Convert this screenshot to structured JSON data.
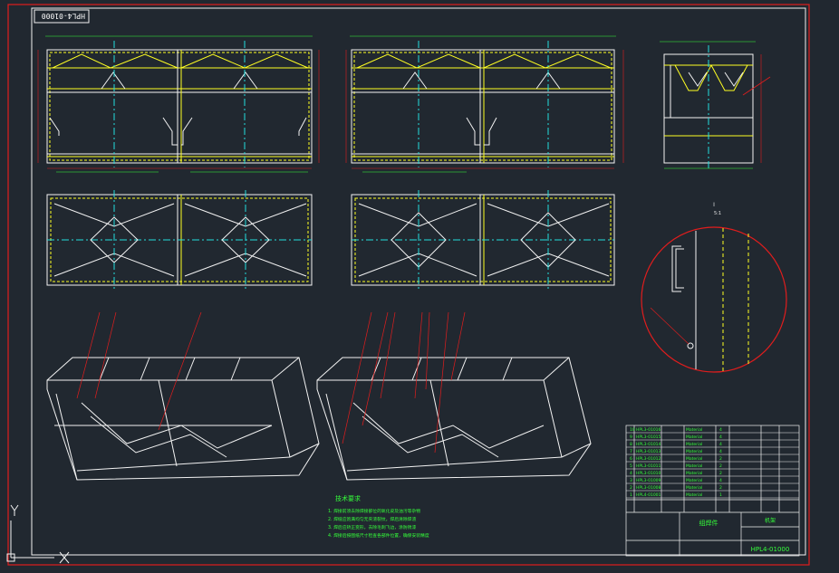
{
  "drawing": {
    "border_tag": "HPL4-01000",
    "drawing_number": "HPL4-01000",
    "title": "组焊件",
    "material": "机架"
  },
  "tech_requirements": {
    "heading": "技术要求",
    "lines": [
      "1. 焊接前须去除焊接部位的氧化皮及油污等杂物",
      "2. 焊缝应饱满均匀无夹渣裂纹，焊后清除焊渣",
      "3. 焊后应矫正变形，去除毛刺飞边，涂防锈漆",
      "4. 焊接后按图纸尺寸检查各部件位置，确保安装精度"
    ]
  },
  "detail_marker": {
    "label": "I",
    "scale": "5:1"
  },
  "bom_rows": [
    {
      "code": "HPL3-01016",
      "name": "Material",
      "qty": "4"
    },
    {
      "code": "HPL3-01015",
      "name": "Material",
      "qty": "4"
    },
    {
      "code": "HPL3-01014",
      "name": "Material",
      "qty": "4"
    },
    {
      "code": "HPL3-01013",
      "name": "Material",
      "qty": "4"
    },
    {
      "code": "HPL3-01012",
      "name": "Material",
      "qty": "2"
    },
    {
      "code": "HPL3-01011",
      "name": "Material",
      "qty": "2"
    },
    {
      "code": "HPL3-01010",
      "name": "Material",
      "qty": "2"
    },
    {
      "code": "HPL3-01009",
      "name": "Material",
      "qty": "4"
    },
    {
      "code": "HPL3-01008",
      "name": "Material",
      "qty": "2"
    },
    {
      "code": "HPL4-01001",
      "name": "Material",
      "qty": "1"
    }
  ],
  "colors": {
    "background": "#212830",
    "border": "#e11d1d",
    "lines": "#f2f2f2",
    "hidden": "#ffff22",
    "center": "#22dede",
    "annotation": "#35ff3a"
  }
}
